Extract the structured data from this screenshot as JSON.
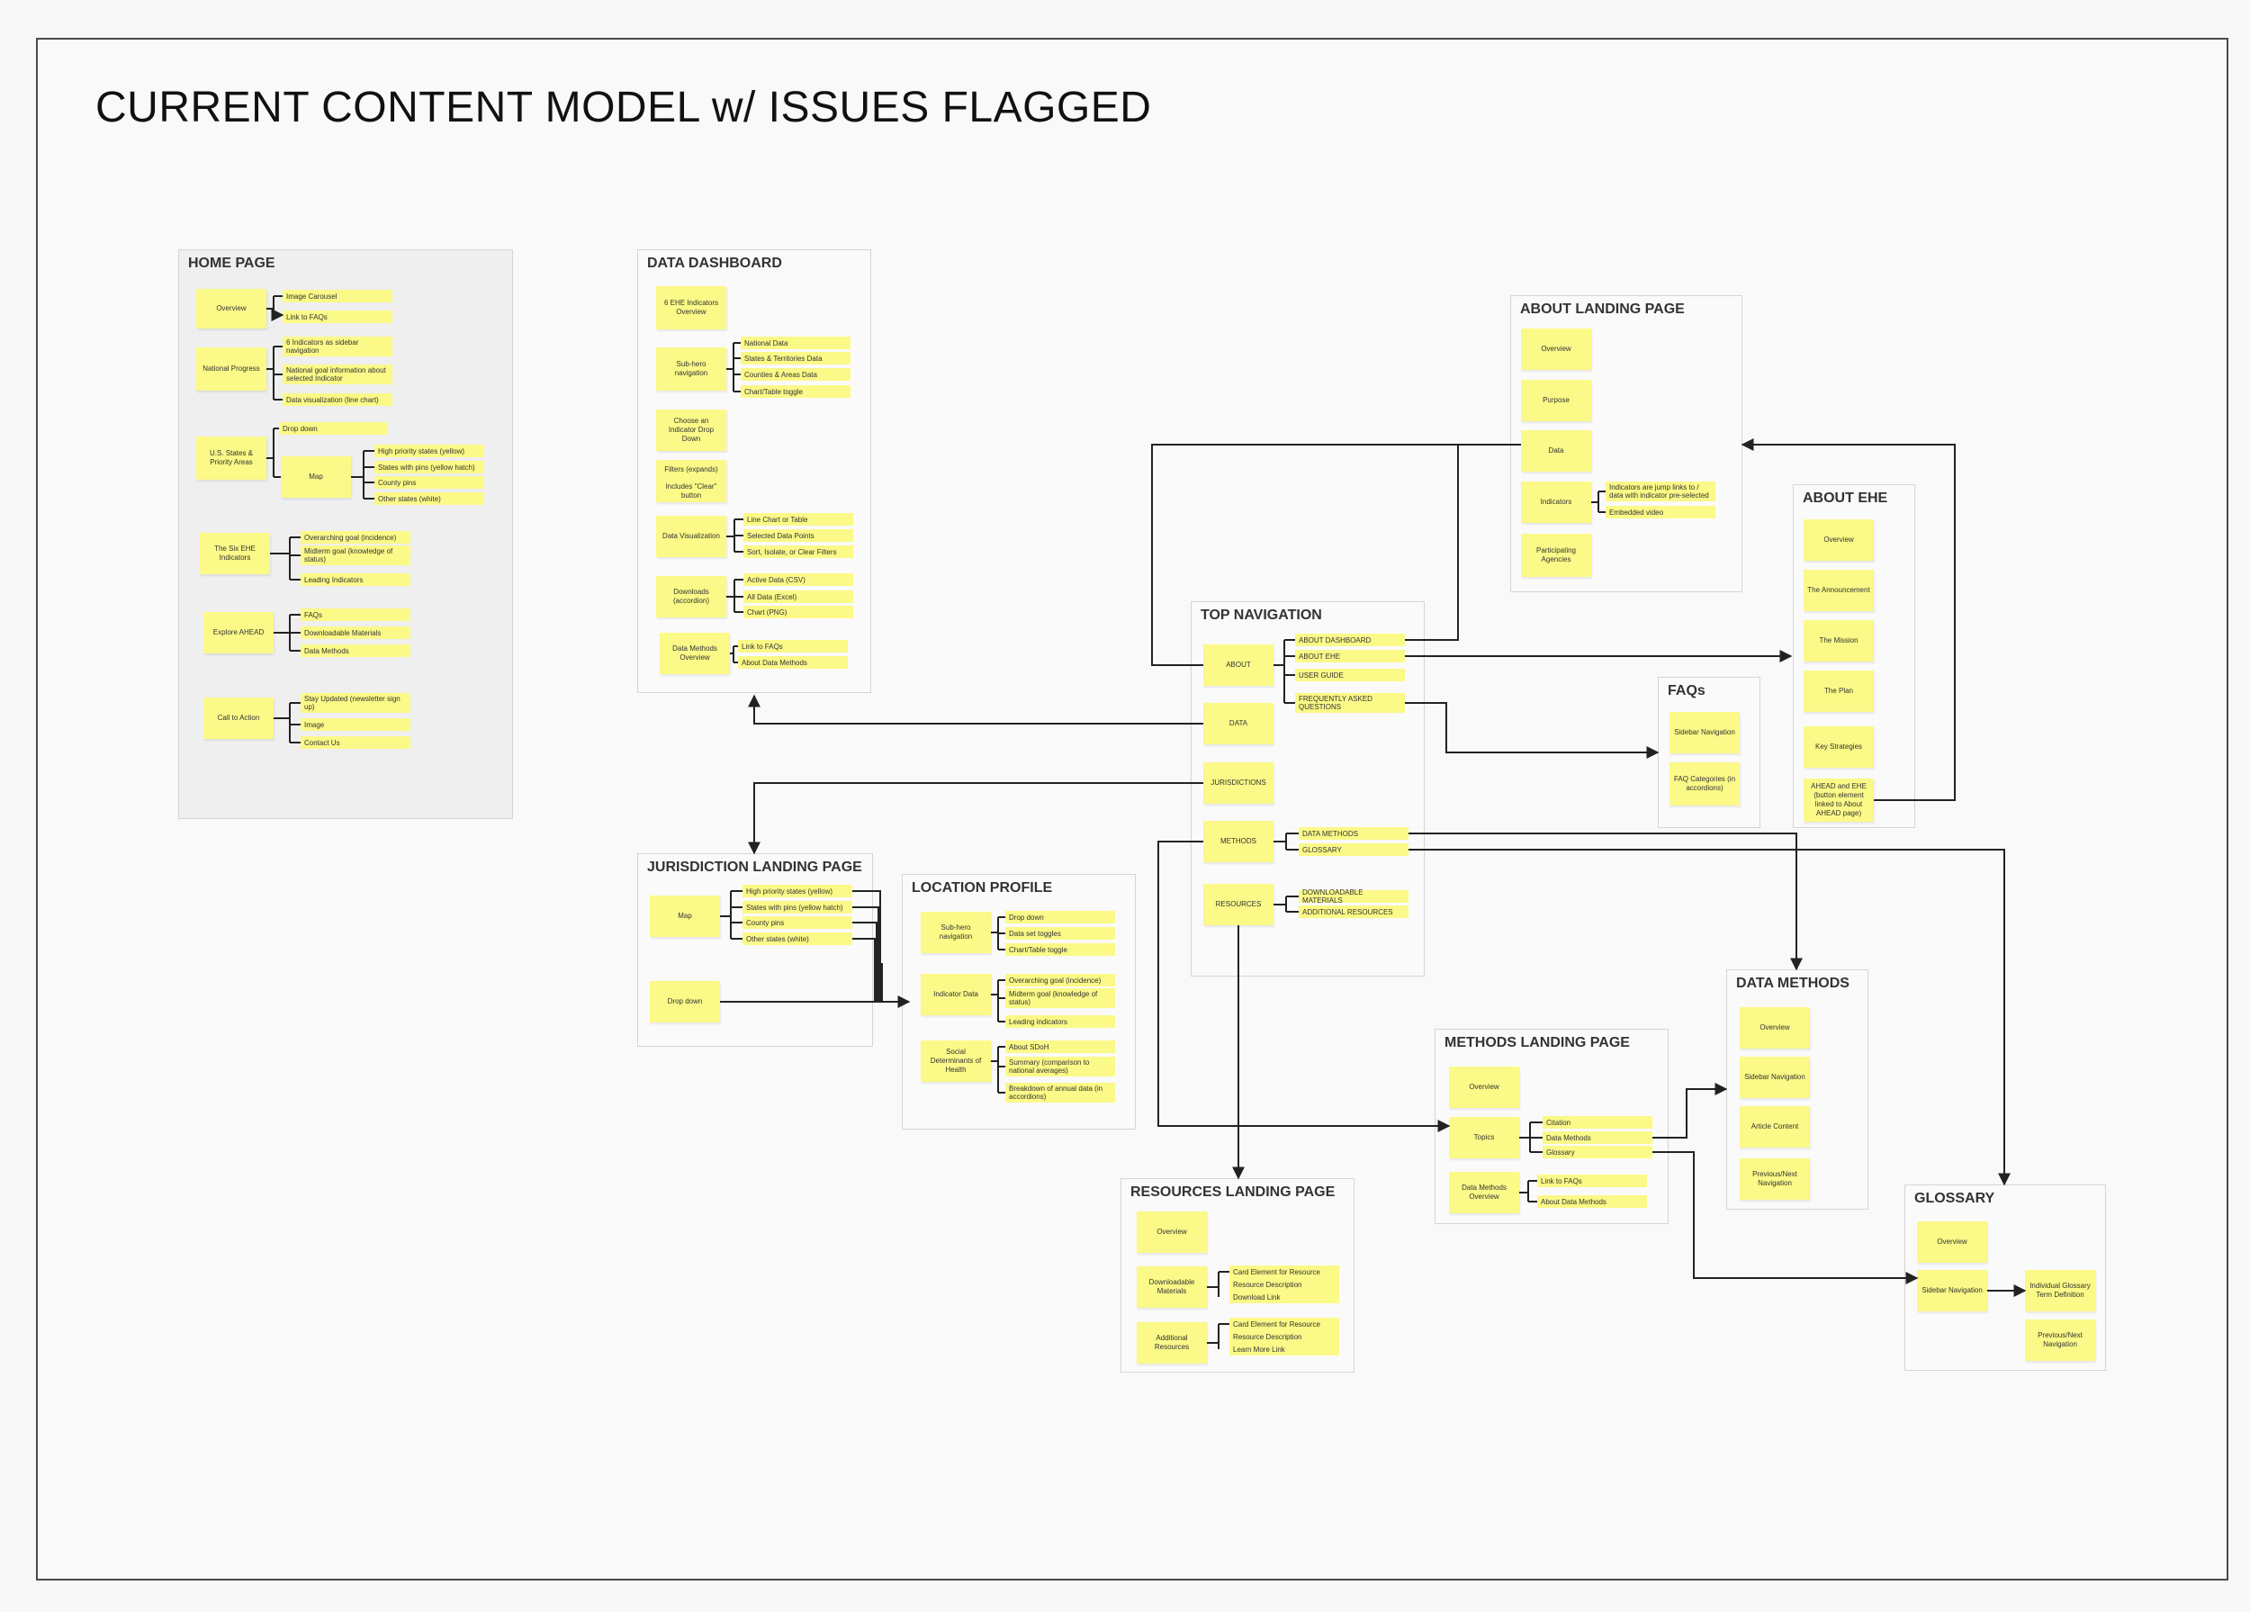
{
  "title": "CURRENT CONTENT MODEL w/ ISSUES FLAGGED",
  "colors": {
    "sticky": "#fbf987",
    "line": "#222222"
  },
  "panels": {
    "home": {
      "title": "HOME PAGE",
      "overview": "Overview",
      "image_carousel": "Image Carousel",
      "link_faqs": "Link to FAQs",
      "national_progress": "National Progress",
      "six_indicators_sidebar": "6 Indicators as sidebar navigation",
      "national_goal_info": "National goal information about selected Indicator",
      "data_viz_line": "Data visualization (line chart)",
      "us_states": "U.S. States & Priority Areas",
      "drop_down": "Drop down",
      "map": "Map",
      "high_priority": "High priority states (yellow)",
      "states_pins": "States with pins (yellow hatch)",
      "county_pins": "County pins",
      "other_states": "Other states (white)",
      "six_ehe": "The Six EHE Indicators",
      "overarching": "Overarching goal (incidence)",
      "midterm": "Midterm goal (knowledge of status)",
      "leading": "Leading Indicators",
      "explore_ahead": "Explore AHEAD",
      "faqs": "FAQs",
      "downloadable": "Downloadable Materials",
      "data_methods": "Data Methods",
      "cta": "Call to Action",
      "stay_updated": "Stay Updated (newsletter sign up)",
      "image": "Image",
      "contact": "Contact Us"
    },
    "dashboard": {
      "title": "DATA DASHBOARD",
      "ehe_overview": "6 EHE Indicators Overview",
      "sub_hero": "Sub-hero navigation",
      "national_data": "National Data",
      "states_territories": "States & Territories Data",
      "counties": "Counties & Areas Data",
      "chart_table_toggle": "Chart/Table toggle",
      "choose_indicator": "Choose an Indicator Drop Down",
      "filters": "Filters (expands)",
      "clear_button": "Includes \"Clear\" button",
      "data_viz": "Data Visualization",
      "line_chart": "Line Chart or Table",
      "selected_points": "Selected Data Points",
      "sort": "Sort, Isolate, or Clear Filters",
      "downloads": "Downloads (accordion)",
      "active_csv": "Active Data (CSV)",
      "all_excel": "All Data (Excel)",
      "chart_png": "Chart (PNG)",
      "dm_overview": "Data Methods Overview",
      "link_faqs": "Link to FAQs",
      "about_dm": "About Data Methods"
    },
    "about_landing": {
      "title": "ABOUT LANDING PAGE",
      "overview": "Overview",
      "purpose": "Purpose",
      "data": "Data",
      "indicators": "Indicators",
      "jump_links": "Indicators are jump links to / data with indicator pre-selected",
      "embedded_video": "Embedded video",
      "agencies": "Participating Agencies"
    },
    "about_ehe": {
      "title": "ABOUT EHE",
      "overview": "Overview",
      "announcement": "The Announcement",
      "mission": "The Mission",
      "plan": "The Plan",
      "key_strategies": "Key Strategies",
      "ahead_ehe": "AHEAD and EHE (button element linked to About AHEAD page)"
    },
    "top_nav": {
      "title": "TOP NAVIGATION",
      "about": "ABOUT",
      "about_dashboard": "ABOUT DASHBOARD",
      "about_ehe": "ABOUT EHE",
      "user_guide": "USER GUIDE",
      "faq": "FREQUENTLY ASKED QUESTIONS",
      "data": "DATA",
      "jurisdictions": "JURISDICTIONS",
      "methods": "METHODS",
      "data_methods": "DATA METHODS",
      "glossary": "GLOSSARY",
      "resources": "RESOURCES",
      "downloadable": "DOWNLOADABLE MATERIALS",
      "additional": "ADDITIONAL RESOURCES"
    },
    "faqs": {
      "title": "FAQs",
      "sidebar_nav": "Sidebar Navigation",
      "categories": "FAQ Categories (in accordions)"
    },
    "jurisdiction": {
      "title": "JURISDICTION LANDING PAGE",
      "map": "Map",
      "high_priority": "High priority states (yellow)",
      "states_pins": "States with pins (yellow hatch)",
      "county_pins": "County pins",
      "other_states": "Other states (white)",
      "drop_down": "Drop down"
    },
    "location": {
      "title": "LOCATION PROFILE",
      "sub_hero": "Sub-hero navigation",
      "drop_down": "Drop down",
      "data_set_toggles": "Data set toggles",
      "chart_table_toggle": "Chart/Table toggle",
      "indicator_data": "Indicator Data",
      "overarching": "Overarching goal (incidence)",
      "midterm": "Midterm goal (knowledge of status)",
      "leading": "Leading indicators",
      "sdoh": "Social Determinants of Health",
      "about_sdoh": "About SDoH",
      "summary": "Summary (comparison to national averages)",
      "breakdown": "Breakdown of annual data (in accordions)"
    },
    "data_methods": {
      "title": "DATA METHODS",
      "overview": "Overview",
      "sidebar_nav": "Sidebar Navigation",
      "article": "Article Content",
      "prev_next": "Previous/Next Navigation"
    },
    "methods_landing": {
      "title": "METHODS LANDING PAGE",
      "overview": "Overview",
      "topics": "Topics",
      "citation": "Citation",
      "data_methods": "Data Methods",
      "glossary": "Glossary",
      "dm_overview": "Data Methods Overview",
      "link_faqs": "Link to FAQs",
      "about_dm": "About Data Methods"
    },
    "resources": {
      "title": "RESOURCES LANDING PAGE",
      "overview": "Overview",
      "downloadable": "Downloadable Materials",
      "card1": "Card Element for Resource",
      "desc1": "Resource Description",
      "download_link": "Download Link",
      "additional": "Additional Resources",
      "card2": "Card Element for Resource",
      "desc2": "Resource Description",
      "learn_more": "Learn More Link"
    },
    "glossary": {
      "title": "GLOSSARY",
      "overview": "Overview",
      "sidebar_nav": "Sidebar Navigation",
      "term_def": "Individual Glossary Term Definition",
      "prev_next": "Previous/Next Navigation"
    }
  }
}
